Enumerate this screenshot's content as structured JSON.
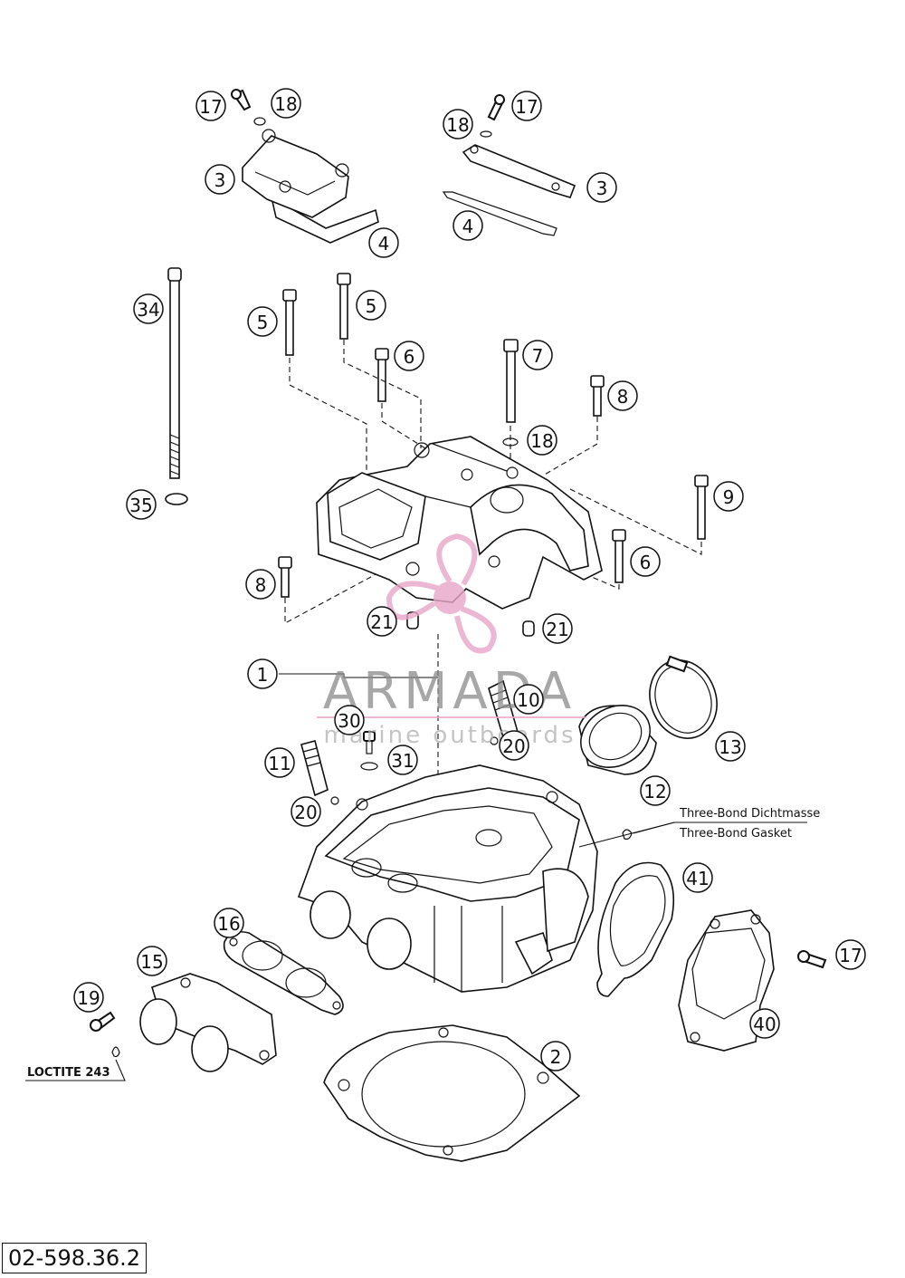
{
  "drawing_number": "02-598.36.2",
  "notes": {
    "three_bond_de": "Three-Bond Dichtmasse",
    "three_bond_en": "Three-Bond Gasket",
    "loctite": "LOCTITE 243"
  },
  "watermark": {
    "brand": "ARMADA",
    "tagline": "marine outboards",
    "accent_color": "#e8a6c8",
    "text_color": "#8a8a8a"
  },
  "callouts": [
    {
      "label": "17"
    },
    {
      "label": "18"
    },
    {
      "label": "3"
    },
    {
      "label": "4"
    },
    {
      "label": "17"
    },
    {
      "label": "18"
    },
    {
      "label": "3"
    },
    {
      "label": "4"
    },
    {
      "label": "34"
    },
    {
      "label": "5"
    },
    {
      "label": "5"
    },
    {
      "label": "6"
    },
    {
      "label": "7"
    },
    {
      "label": "8"
    },
    {
      "label": "18"
    },
    {
      "label": "9"
    },
    {
      "label": "35"
    },
    {
      "label": "6"
    },
    {
      "label": "8"
    },
    {
      "label": "21"
    },
    {
      "label": "21"
    },
    {
      "label": "1"
    },
    {
      "label": "10"
    },
    {
      "label": "30"
    },
    {
      "label": "13"
    },
    {
      "label": "31"
    },
    {
      "label": "20"
    },
    {
      "label": "11"
    },
    {
      "label": "12"
    },
    {
      "label": "20"
    },
    {
      "label": "41"
    },
    {
      "label": "16"
    },
    {
      "label": "15"
    },
    {
      "label": "17"
    },
    {
      "label": "19"
    },
    {
      "label": "40"
    },
    {
      "label": "2"
    }
  ]
}
